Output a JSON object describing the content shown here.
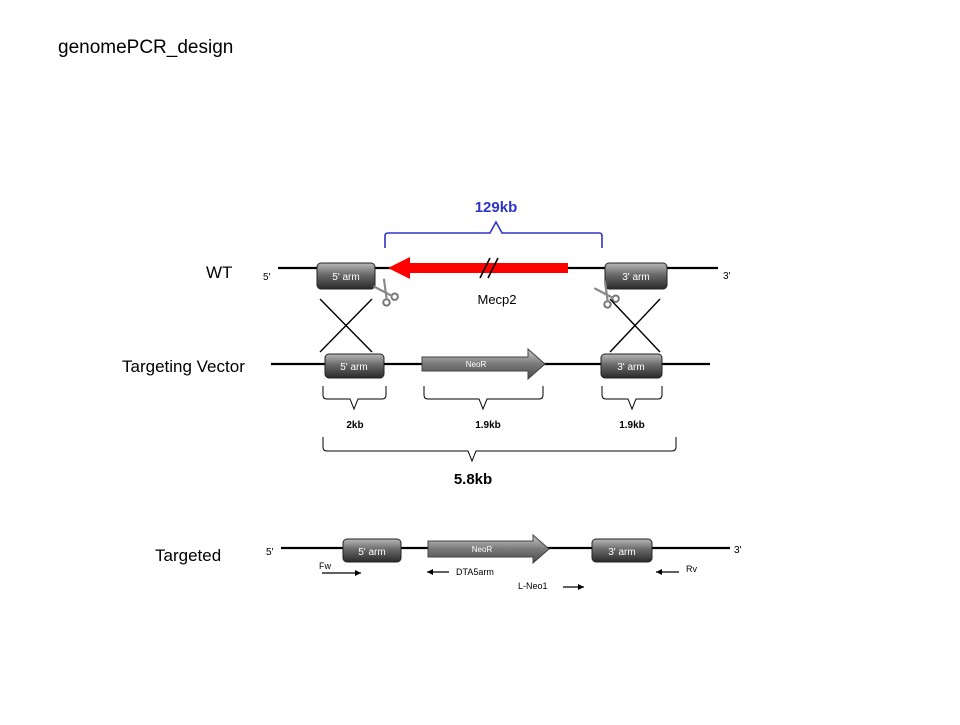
{
  "title": "genomePCR_design",
  "rows": {
    "wt": {
      "label": "WT",
      "end5": "5'",
      "end3": "3'",
      "arm5": "5' arm",
      "arm3": "3' arm",
      "gene": "Mecp2",
      "span": "129kb"
    },
    "vector": {
      "label": "Targeting Vector",
      "arm5": "5' arm",
      "neo": "NeoR",
      "arm3": "3' arm",
      "sizes": [
        "2kb",
        "1.9kb",
        "1.9kb"
      ],
      "total": "5.8kb"
    },
    "targeted": {
      "label": "Targeted",
      "end5": "5'",
      "end3": "3'",
      "arm5": "5' arm",
      "neo": "NeoR",
      "arm3": "3' arm"
    }
  },
  "primers": [
    {
      "name": "Fw",
      "direction": "forward"
    },
    {
      "name": "DTA5arm",
      "direction": "reverse"
    },
    {
      "name": "L-Neo1",
      "direction": "forward"
    },
    {
      "name": "Rv",
      "direction": "reverse"
    }
  ],
  "colors": {
    "gene_arrow": "#ff0000",
    "span_bracket": "#2e34c8",
    "arm_box": "#3c3c3c",
    "neo_arrow": "#6e6e6e"
  }
}
